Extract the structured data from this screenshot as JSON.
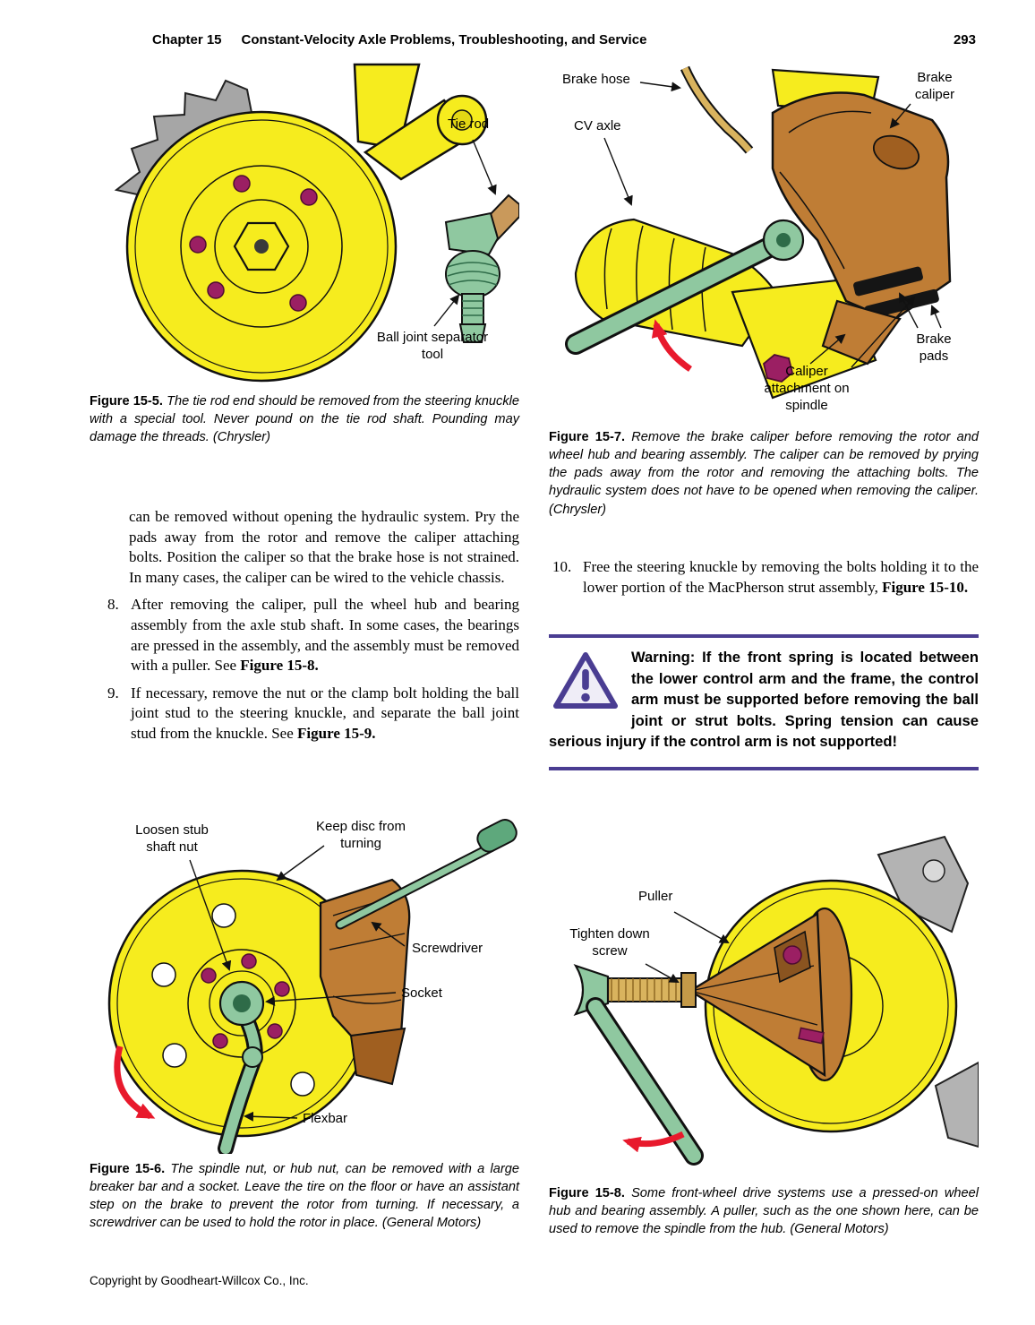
{
  "header": {
    "chapter": "Chapter 15",
    "title": "Constant-Velocity Axle Problems, Troubleshooting, and Service",
    "page_number": "293"
  },
  "fig5": {
    "labels": {
      "tie_rod": "Tie rod",
      "ball_joint_tool": "Ball joint separator tool"
    },
    "caption_lead": "Figure 15-5.",
    "caption_text": "The tie rod end should be removed from the steering knuckle with a special tool. Never pound on the tie rod shaft. Pounding may damage the threads. (Chrysler)"
  },
  "fig7": {
    "labels": {
      "brake_hose": "Brake hose",
      "cv_axle": "CV axle",
      "brake_caliper": "Brake caliper",
      "brake_pads": "Brake pads",
      "caliper_attachment": "Caliper attachment on spindle"
    },
    "caption_lead": "Figure 15-7.",
    "caption_text": "Remove the brake caliper before removing the rotor and wheel hub and bearing assembly. The caliper can be removed by prying the pads away from the rotor and removing the attaching bolts. The hydraulic system does not have to be opened when removing the caliper. (Chrysler)"
  },
  "body": {
    "para_intro": "can be removed without opening the hydraulic system. Pry the pads away from the rotor and remove the caliper attaching bolts. Position the caliper so that the brake hose is not strained. In many cases, the caliper can be wired to the vehicle chassis.",
    "item8_num": "8.",
    "item8_text": "After removing the caliper, pull the wheel hub and bearing assembly from the axle stub shaft. In some cases, the bearings are pressed in the assembly, and the assembly must be removed with a puller. See",
    "item8_ref": "Figure 15-8.",
    "item9_num": "9.",
    "item9_text": "If necessary, remove the nut or the clamp bolt holding the ball joint stud to the steering knuckle, and separate the ball joint stud from the knuckle. See",
    "item9_ref": "Figure 15-9.",
    "item10_num": "10.",
    "item10_text": "Free the steering knuckle by removing the bolts holding it to the lower portion of the MacPherson strut assembly,",
    "item10_ref": "Figure 15-10."
  },
  "warning": {
    "text": "Warning: If the front spring is located between the lower control arm and the frame, the control arm must be supported before removing the ball joint or strut bolts. Spring tension can cause serious injury if the control arm is not supported!"
  },
  "fig6": {
    "labels": {
      "loosen_stub": "Loosen stub shaft nut",
      "keep_disc": "Keep disc from turning",
      "screwdriver": "Screwdriver",
      "socket": "Socket",
      "flexbar": "Flexbar"
    },
    "caption_lead": "Figure 15-6.",
    "caption_text": "The spindle nut, or hub nut, can be removed with a large breaker bar and a socket. Leave the tire on the floor or have an assistant step on the brake to prevent the rotor from turning. If necessary, a screwdriver can be used to hold the rotor in place. (General Motors)"
  },
  "fig8": {
    "labels": {
      "puller": "Puller",
      "tighten_screw": "Tighten down screw"
    },
    "caption_lead": "Figure 15-8.",
    "caption_text": "Some front-wheel drive systems use a pressed-on wheel hub and bearing assembly. A puller, such as the one shown here, can be used to remove the spindle from the hub. (General Motors)"
  },
  "footer": {
    "copyright": "Copyright by Goodheart-Willcox Co., Inc."
  },
  "colors": {
    "rotor_yellow": "#f6ec1e",
    "tool_green": "#8fc8a0",
    "caliper_brown": "#bf7d35",
    "stud_magenta": "#9b1f63",
    "shield_gray": "#a6a6a6",
    "warning_purple": "#4a3d92",
    "arrow_red": "#e8192c"
  }
}
